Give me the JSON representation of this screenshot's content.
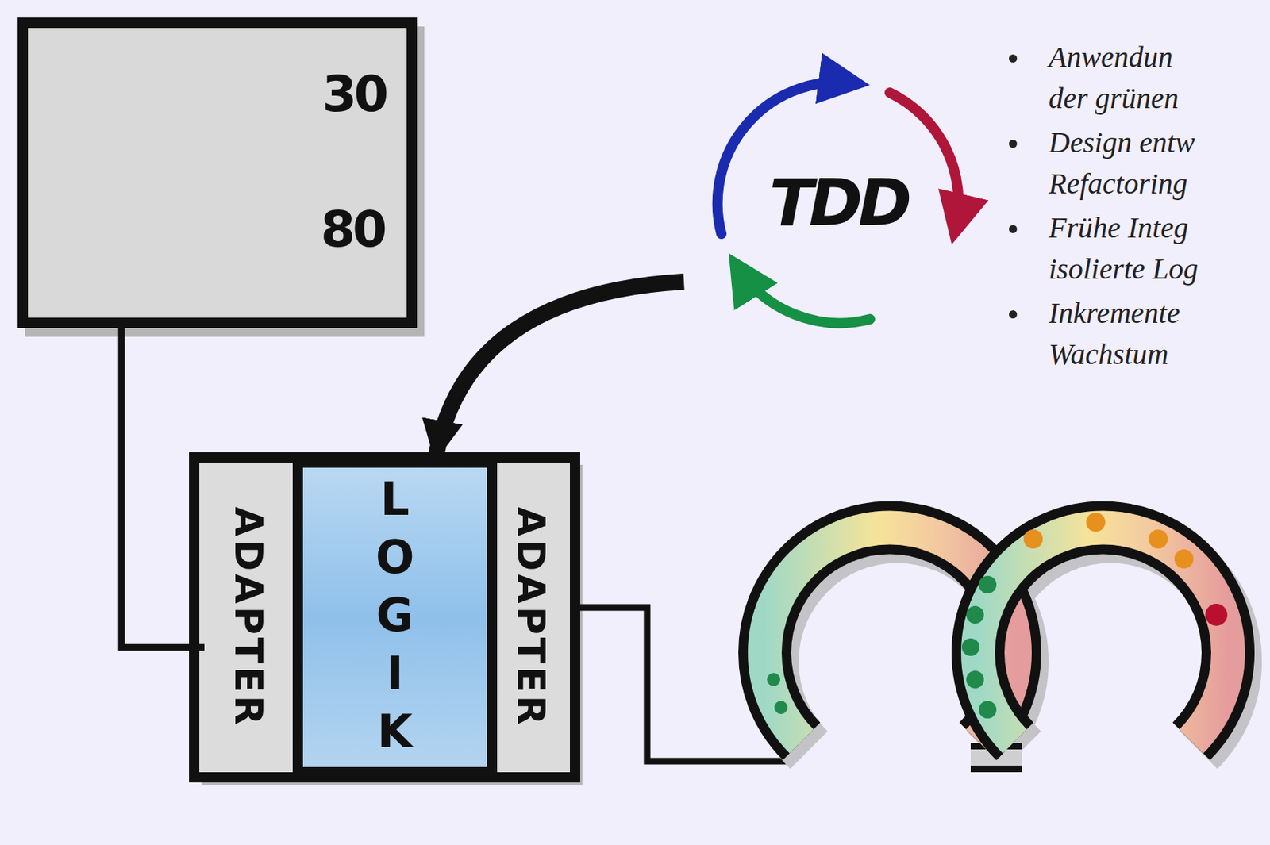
{
  "diagram": {
    "nodes": [
      {
        "text": [
          "30",
          "80"
        ]
      },
      {
        "text": [
          "ADAPTER"
        ]
      },
      {
        "text": [
          "LOGIK"
        ]
      },
      {
        "text": [
          "ADAPTER"
        ]
      },
      {
        "text": [
          "TDD"
        ]
      }
    ],
    "edges": [
      {
        "from": 0,
        "to": 1,
        "arrow": "none"
      },
      {
        "from": 4,
        "to": 2,
        "arrow": "to"
      }
    ],
    "labels": [
      "Anwendun der grünen",
      "Design entw Refactoring",
      "Frühe Integ isolierte Log",
      "Inkremente Wachstum"
    ]
  }
}
